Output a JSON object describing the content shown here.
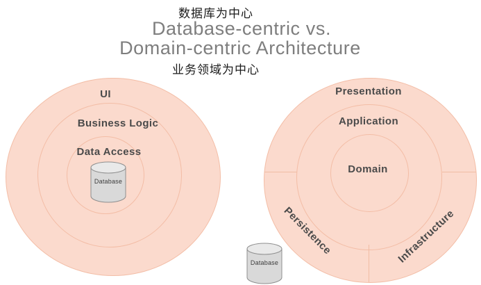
{
  "header": {
    "annotation_top": "数据库为中心",
    "title_line1": "Database-centric vs.",
    "title_line2": "Domain-centric Architecture",
    "annotation_bottom": "业务领域为中心"
  },
  "left_diagram": {
    "name": "database-centric-architecture",
    "rings": [
      "UI",
      "Business Logic",
      "Data Access"
    ],
    "database_label": "Database"
  },
  "right_diagram": {
    "name": "domain-centric-architecture",
    "rings": [
      "Presentation",
      "Application",
      "Domain"
    ],
    "sectors": [
      "Persistence",
      "Infrastructure"
    ],
    "database_label": "Database"
  },
  "colors": {
    "circle_fill": "#fbdacd",
    "circle_border": "#f3bda6",
    "ring_label_text": "#4a4a4a",
    "title_text": "#7e7e7e",
    "annotation_text": "#1b1b1b",
    "cylinder_body": "#d9d9d9",
    "cylinder_top": "#e9e9e9",
    "cylinder_border": "#8e8e8e"
  }
}
